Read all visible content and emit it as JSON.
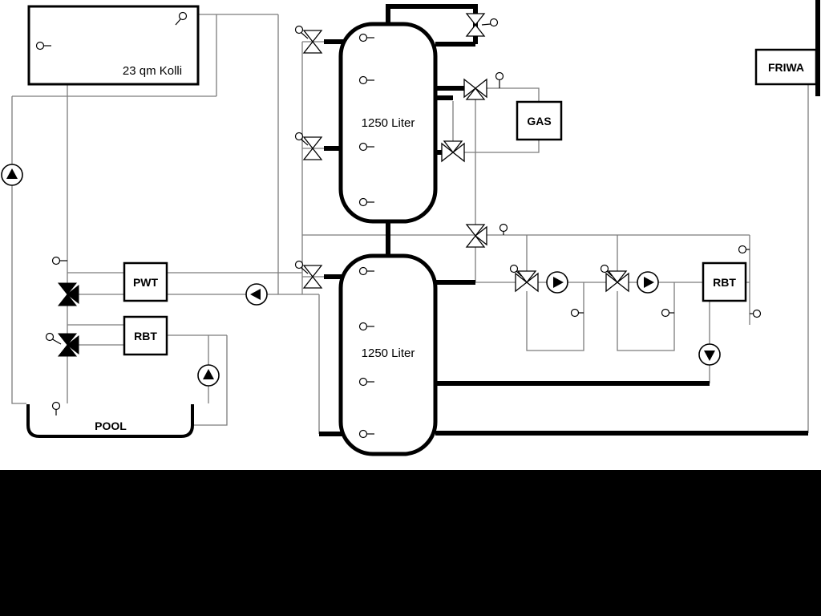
{
  "diagram": {
    "collector": {
      "label": "23 qm Kolli"
    },
    "tank1": {
      "label": "1250 Liter"
    },
    "tank2": {
      "label": "1250 Liter"
    },
    "gas": {
      "label": "GAS"
    },
    "friwa": {
      "label": "FRIWA"
    },
    "pwt": {
      "label": "PWT"
    },
    "rbt_left": {
      "label": "RBT"
    },
    "rbt_right": {
      "label": "RBT"
    },
    "pool": {
      "label": "POOL"
    }
  },
  "colors": {
    "pipe": "#000000",
    "line": "#7c7c7c",
    "background": "#ffffff",
    "letterbox": "#000000"
  }
}
